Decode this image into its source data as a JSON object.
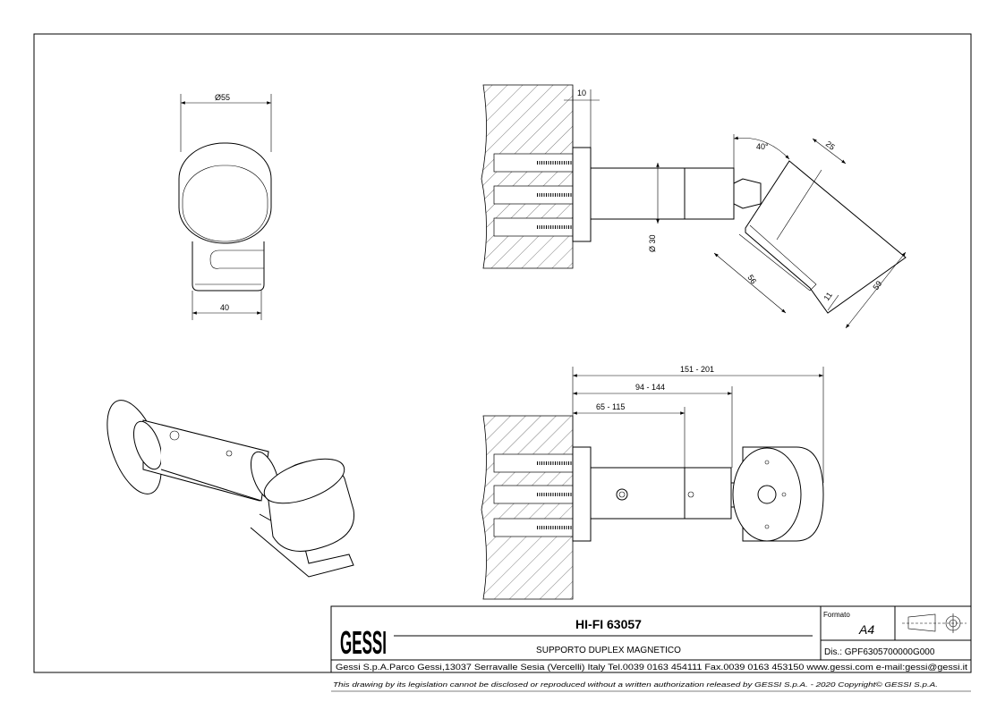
{
  "dimensions": {
    "front_diameter": "Ø55",
    "front_width": "40",
    "flange_thickness": "10",
    "body_diameter": "Ø 30",
    "angle": "40°",
    "head_depth": "25",
    "head_length": "56",
    "hook_depth": "11",
    "head_height": "59",
    "total_length": "151 - 201",
    "mid_length": "94 - 144",
    "short_length": "65 - 115"
  },
  "title_block": {
    "logo": "GESSI",
    "product": "HI-FI 63057",
    "description": "SUPPORTO DUPLEX MAGNETICO",
    "format_label": "Formato",
    "format_value": "A4",
    "drawing_number": "Dis.: GPF6305700000G000",
    "company_info": "Gessi S.p.A.Parco Gessi,13037 Serravalle Sesia (Vercelli) Italy Tel.0039 0163 454111 Fax.0039 0163 453150 www.gessi.com e-mail:gessi@gessi.it",
    "copyright": "This drawing by its legislation cannot be disclosed or reproduced without a written authorization released by GESSI S.p.A. - 2020 Copyright© GESSI S.p.A."
  }
}
